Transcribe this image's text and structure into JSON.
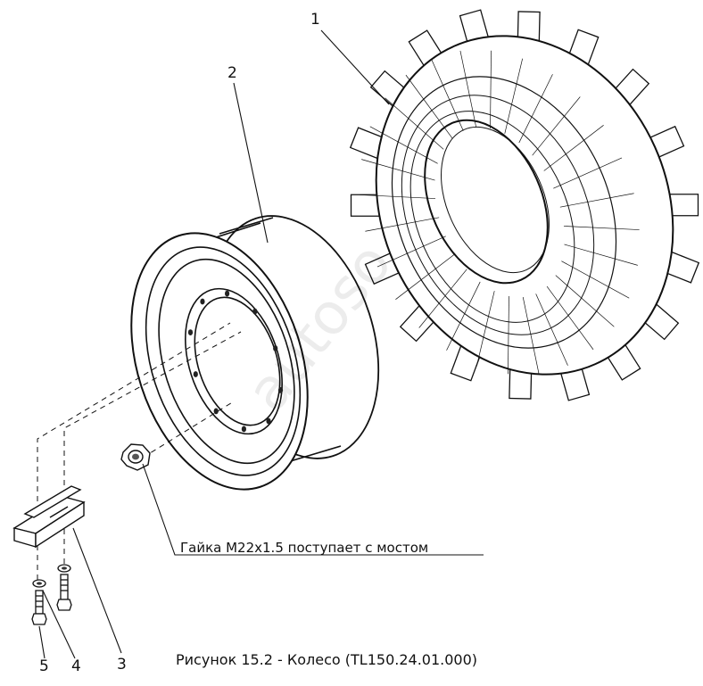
{
  "figure": {
    "caption": "Рисунок 15.2 - Колесо (TL150.24.01.000)",
    "note": "Гайка М22х1.5 поступает с мостом",
    "callouts": {
      "tire": "1",
      "rim": "2",
      "bracket": "3",
      "washer": "4",
      "bolt": "5"
    },
    "watermark": "autoso"
  }
}
